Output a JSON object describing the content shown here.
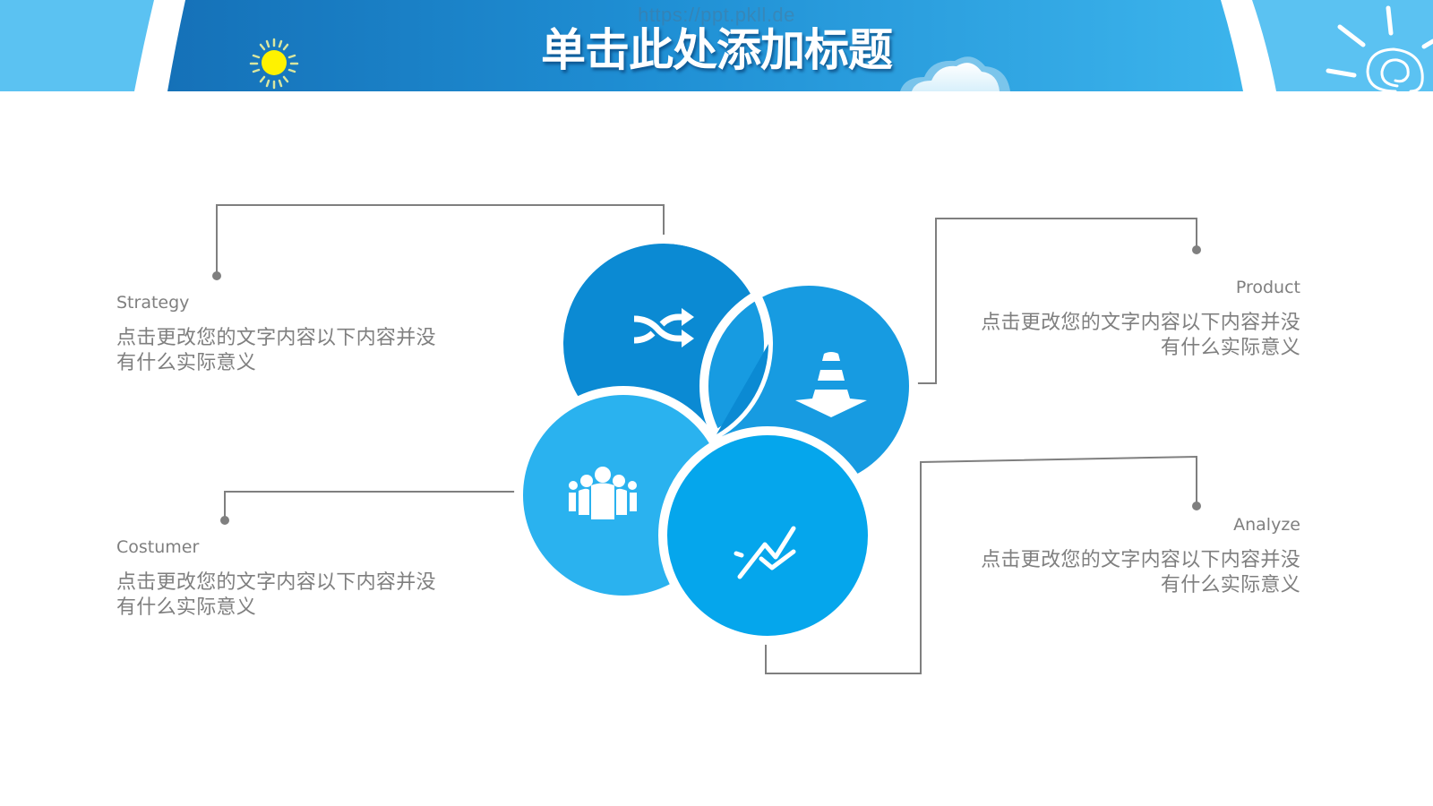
{
  "header": {
    "title": "单击此处添加标题",
    "watermark": "https://ppt.pkll.de",
    "decorations": [
      "sun-icon",
      "cloud-icon",
      "spiral-sun-icon"
    ]
  },
  "colors": {
    "banner_side": "#5bc2f2",
    "banner_dark": "#1674bb",
    "banner_light": "#34aeea",
    "circle_strategy": "#0b8ad3",
    "circle_product": "#179be1",
    "circle_customer": "#2ab2ef",
    "circle_analyze": "#05a6ec",
    "connector": "#7f7f7f",
    "text": "#7f7f7f"
  },
  "items": [
    {
      "key": "strategy",
      "name": "Strategy",
      "desc_line1": "点击更改您的文字内容以下内容并没",
      "desc_line2": "有什么实际意义",
      "icon": "shuffle-icon"
    },
    {
      "key": "product",
      "name": "Product",
      "desc_line1": "点击更改您的文字内容以下内容并没",
      "desc_line2": "有什么实际意义",
      "icon": "traffic-cone-icon"
    },
    {
      "key": "customer",
      "name": "Costumer",
      "desc_line1": "点击更改您的文字内容以下内容并没",
      "desc_line2": "有什么实际意义",
      "icon": "people-group-icon"
    },
    {
      "key": "analyze",
      "name": "Analyze",
      "desc_line1": "点击更改您的文字内容以下内容并没",
      "desc_line2": "有什么实际意义",
      "icon": "line-chart-icon"
    }
  ]
}
